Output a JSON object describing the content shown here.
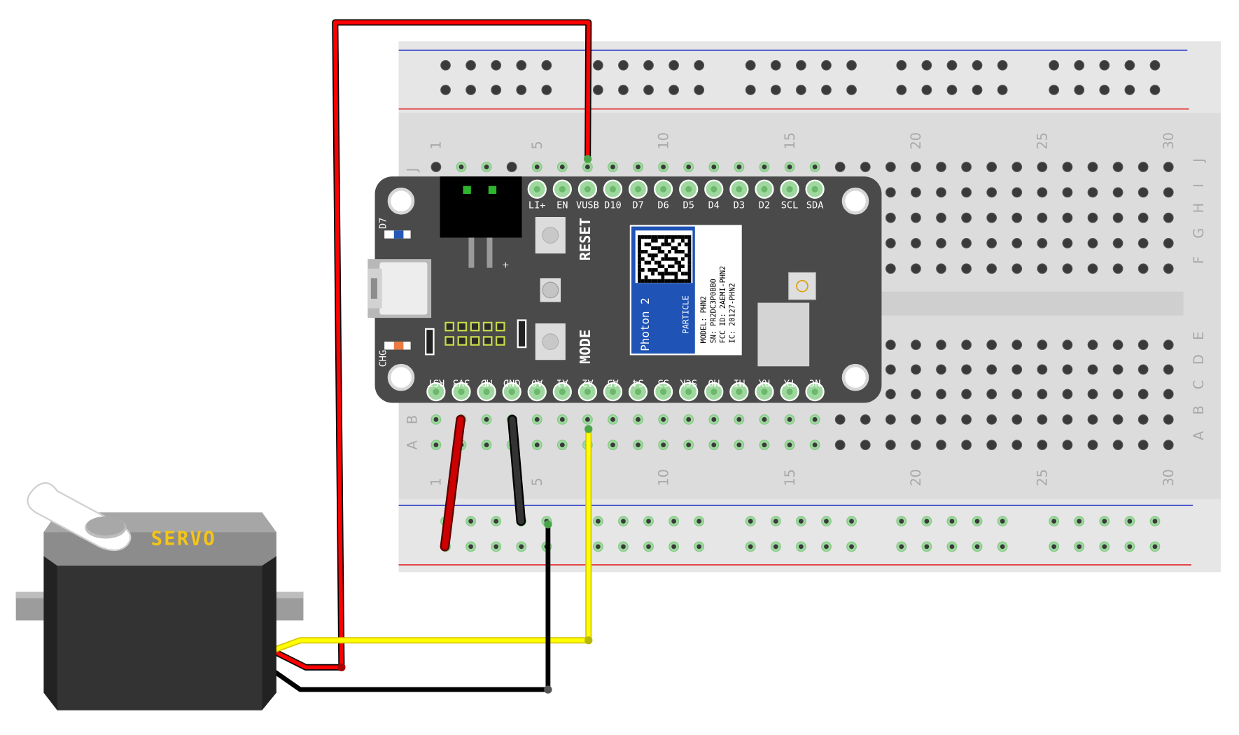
{
  "breadboard": {
    "columns_top": [
      "1",
      "5",
      "10",
      "15",
      "20",
      "25",
      "30"
    ],
    "columns_bottom": [
      "1",
      "5",
      "10",
      "15",
      "20",
      "25",
      "30"
    ],
    "rows_top": [
      "J",
      "I",
      "H",
      "G",
      "F"
    ],
    "rows_bottom": [
      "E",
      "D",
      "C",
      "B",
      "A"
    ],
    "rows_left_visible": [
      "J",
      "B",
      "A"
    ]
  },
  "photon": {
    "top_pins": [
      "LI+",
      "EN",
      "VUSB",
      "D10",
      "D7",
      "D6",
      "D5",
      "D4",
      "D3",
      "D2",
      "SCL",
      "SDA"
    ],
    "bottom_pins": [
      "RST",
      "3V3",
      "MD",
      "GND",
      "A0",
      "A1",
      "A2",
      "A5",
      "S4",
      "S3",
      "SCK",
      "MO",
      "MI",
      "RX",
      "TX",
      "NC"
    ],
    "reset_label": "RESET",
    "mode_label": "MODE",
    "d7_label": "D7",
    "chg_label": "CHG",
    "plus_label": "+",
    "module_name": "Photon 2",
    "brand": "PARTICLE",
    "module_info": [
      "MODEL: PHN2",
      "SN: PR2DC3P0BB0",
      "FCC ID: 2AEMI-PHN2",
      "IC: 20127-PHN2"
    ]
  },
  "servo": {
    "label": "SERVO"
  },
  "colors": {
    "wire_power": "#ff0000",
    "wire_signal": "#ffff00",
    "wire_ground": "#000000",
    "board_body": "#4a4a4a",
    "breadboard": "#dcdcdc",
    "pin_green": "#7dc97d",
    "servo_label": "#f5c518"
  }
}
